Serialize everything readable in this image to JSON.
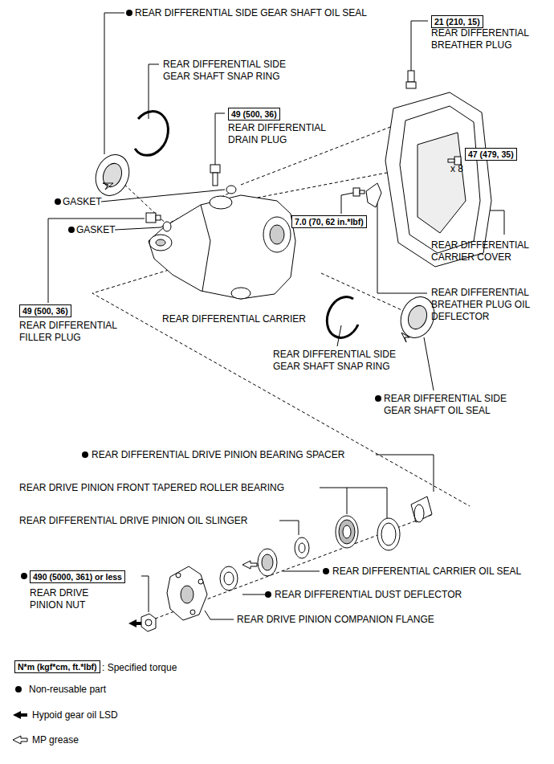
{
  "diagram": {
    "nodes": [
      {
        "text": [
          "21 (210, 15)"
        ]
      },
      {
        "text": [
          "49 (500, 36)"
        ]
      },
      {
        "text": [
          "47 (479, 35)"
        ]
      },
      {
        "text": [
          "7.0 (70, 62 in.*lbf)"
        ]
      },
      {
        "text": [
          "49 (500, 36)"
        ]
      },
      {
        "text": [
          "490 (5000, 361) or less"
        ]
      },
      {
        "text": [
          "N*m (kgf*cm, ft.*lbf)"
        ]
      }
    ],
    "labels": [
      "REAR DIFFERENTIAL SIDE GEAR SHAFT OIL SEAL",
      "REAR DIFFERENTIAL SIDE GEAR SHAFT SNAP RING",
      "REAR DIFFERENTIAL BREATHER PLUG",
      "REAR DIFFERENTIAL DRAIN PLUG",
      "x 8",
      "GASKET",
      "GASKET",
      "REAR DIFFERENTIAL CARRIER COVER",
      "REAR DIFFERENTIAL BREATHER PLUG OIL DEFLECTOR",
      "REAR DIFFERENTIAL FILLER PLUG",
      "REAR DIFFERENTIAL CARRIER",
      "REAR DIFFERENTIAL SIDE GEAR SHAFT SNAP RING",
      "REAR DIFFERENTIAL SIDE GEAR SHAFT OIL SEAL",
      "REAR DIFFERENTIAL DRIVE PINION BEARING SPACER",
      "REAR DRIVE PINION FRONT TAPERED ROLLER BEARING",
      "REAR DIFFERENTIAL DRIVE PINION OIL SLINGER",
      "REAR DIFFERENTIAL CARRIER OIL SEAL",
      "REAR DRIVE PINION NUT",
      "REAR DIFFERENTIAL DUST DEFLECTOR",
      "REAR DRIVE PINION COMPANION FLANGE"
    ],
    "legend": [
      {
        "text": ": Specified torque"
      },
      {
        "text": "Non-reusable part"
      },
      {
        "text": "Hypoid gear oil LSD"
      },
      {
        "text": "MP grease"
      }
    ]
  }
}
